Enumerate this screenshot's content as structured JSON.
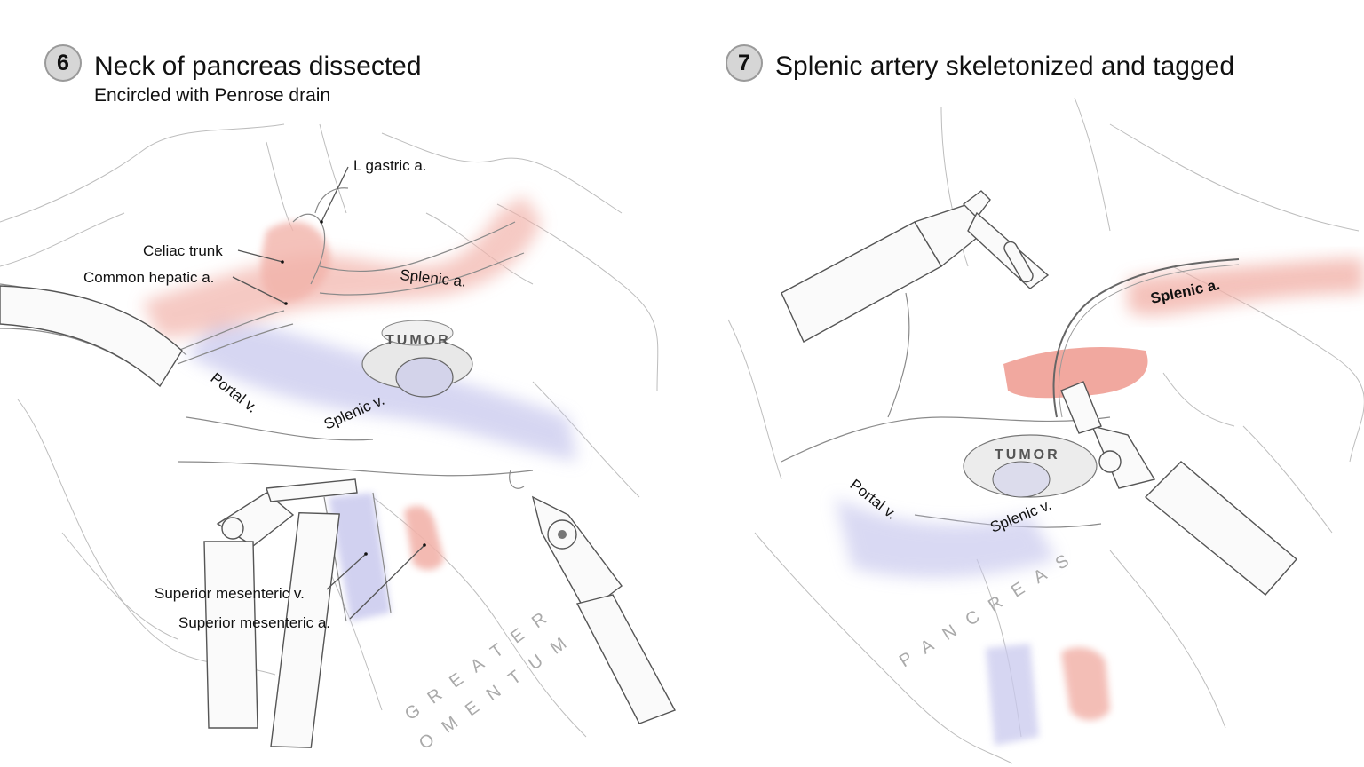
{
  "panels": [
    {
      "step": "6",
      "title": "Neck of pancreas dissected",
      "subtitle": "Encircled with Penrose drain",
      "labels": {
        "l_gastric": "L gastric a.",
        "celiac": "Celiac trunk",
        "common_hepatic": "Common hepatic a.",
        "splenic_a": "Splenic a.",
        "tumor": "TUMOR",
        "portal_v": "Portal v.",
        "splenic_v": "Splenic v.",
        "sup_mes_v": "Superior mesenteric v.",
        "sup_mes_a": "Superior mesenteric a.",
        "greater": "GREATER",
        "omentum": "OMENTUM"
      }
    },
    {
      "step": "7",
      "title": "Splenic artery skeletonized and tagged",
      "labels": {
        "splenic_a": "Splenic a.",
        "tumor": "TUMOR",
        "portal_v": "Portal v.",
        "splenic_v": "Splenic v.",
        "pancreas": "PANCREAS"
      }
    }
  ],
  "colors": {
    "artery": "#f2b3aa",
    "vein": "#c9c9ee",
    "badge": "#d6d6d6"
  }
}
